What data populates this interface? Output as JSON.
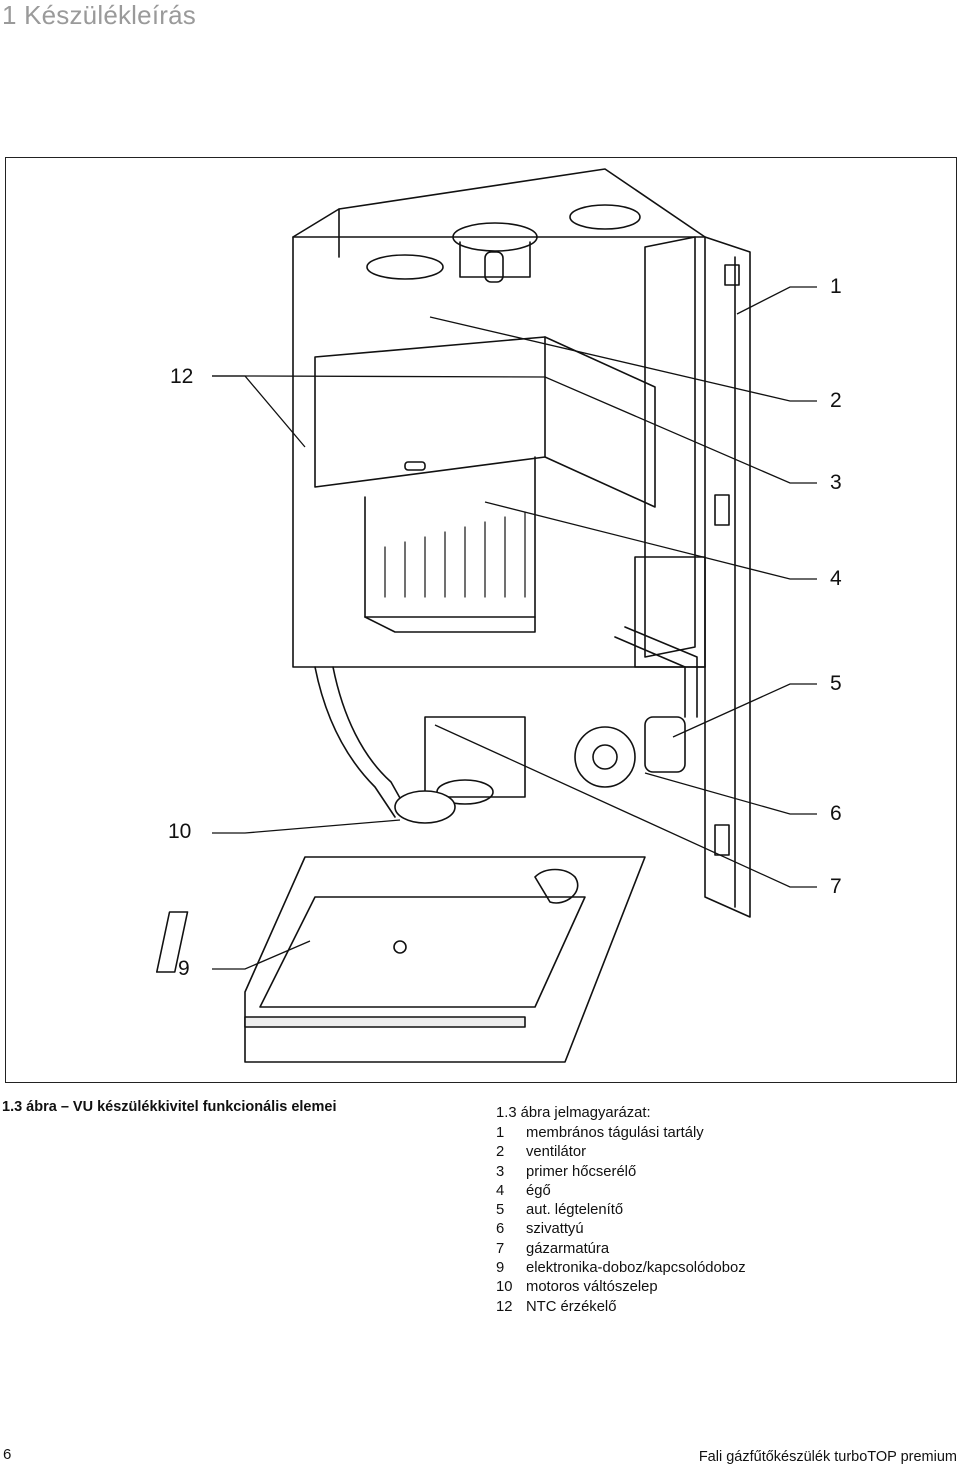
{
  "header": {
    "title": "1 Készülékleírás"
  },
  "figure": {
    "callouts": [
      {
        "num": "1"
      },
      {
        "num": "2"
      },
      {
        "num": "3"
      },
      {
        "num": "4"
      },
      {
        "num": "5"
      },
      {
        "num": "6"
      },
      {
        "num": "7"
      },
      {
        "num": "9"
      },
      {
        "num": "10"
      },
      {
        "num": "12"
      }
    ],
    "caption": "1.3 ábra – VU készülékkivitel funkcionális elemei"
  },
  "legend": {
    "title": "1.3 ábra jelmagyarázat:",
    "items": [
      {
        "num": "1",
        "label": "membrános tágulási tartály"
      },
      {
        "num": "2",
        "label": "ventilátor"
      },
      {
        "num": "3",
        "label": "primer hőcserélő"
      },
      {
        "num": "4",
        "label": "égő"
      },
      {
        "num": "5",
        "label": "aut. légtelenítő"
      },
      {
        "num": "6",
        "label": "szivattyú"
      },
      {
        "num": "7",
        "label": "gázarmatúra"
      },
      {
        "num": "9",
        "label": "elektronika-doboz/kapcsolódoboz"
      },
      {
        "num": "10",
        "label": "motoros váltószelep"
      },
      {
        "num": "12",
        "label": "NTC érzékelő"
      }
    ]
  },
  "footer": {
    "page_number": "6",
    "title": "Fali gázfűtőkészülék turboTOP premium"
  }
}
